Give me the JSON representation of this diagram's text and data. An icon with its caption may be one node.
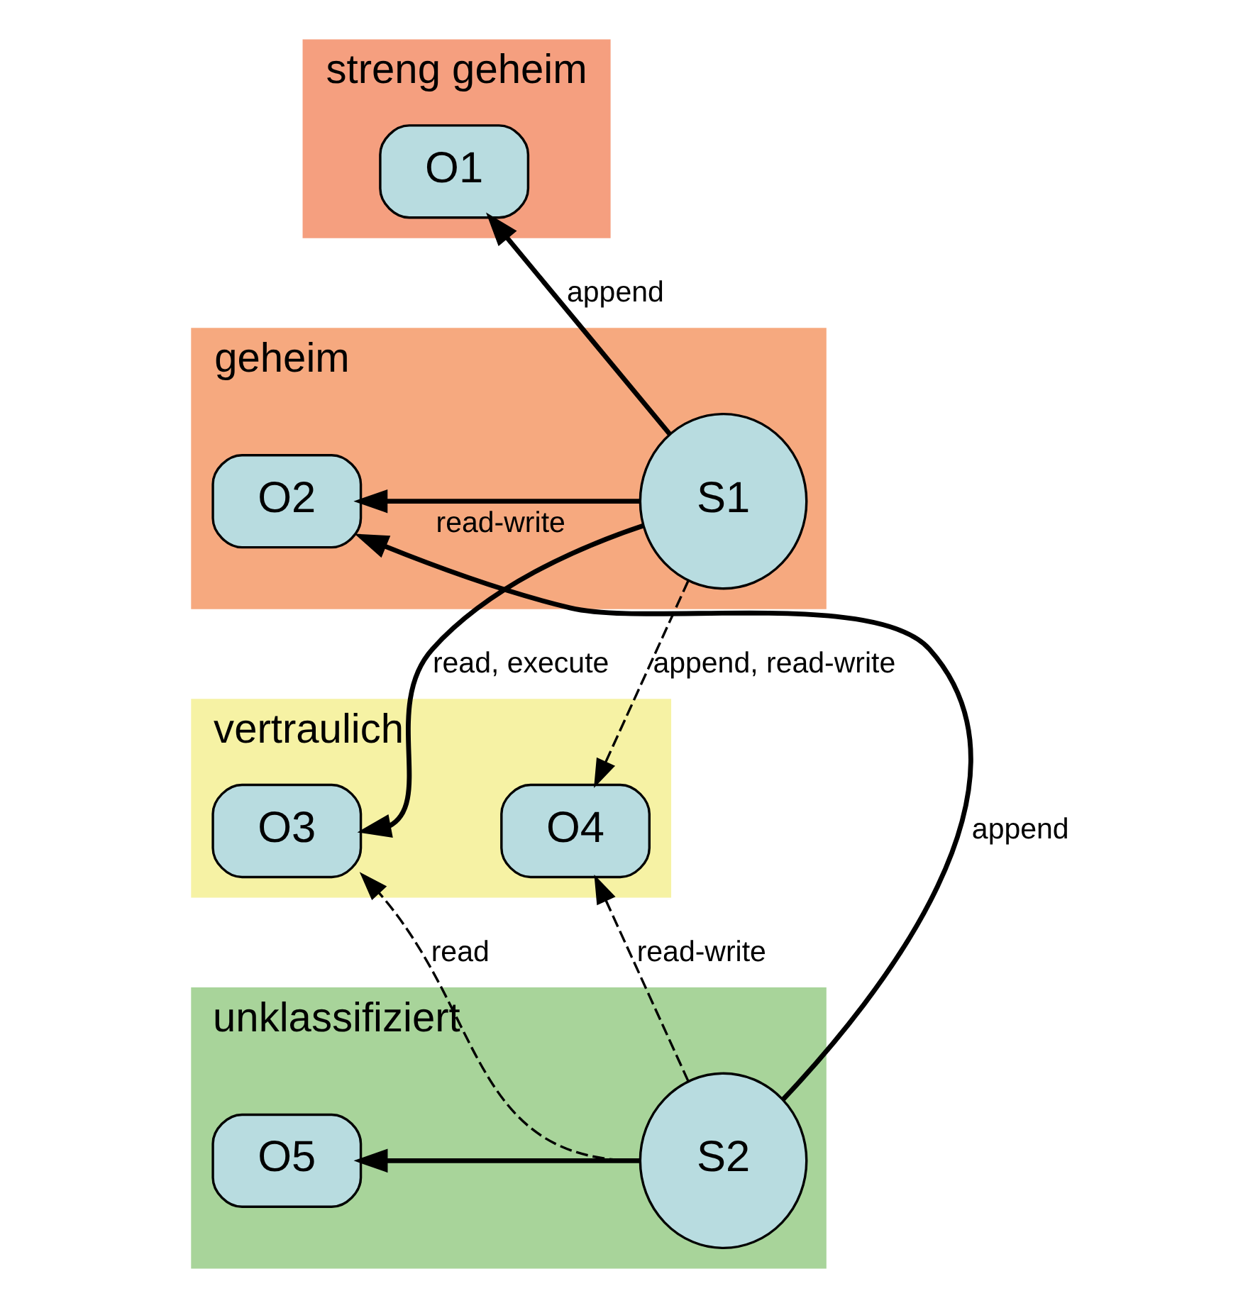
{
  "diagram": {
    "nodes": [
      {
        "text": [
          "streng geheim"
        ]
      },
      {
        "text": [
          "O1"
        ],
        "in": 0
      },
      {
        "text": [
          "geheim"
        ]
      },
      {
        "text": [
          "O2"
        ],
        "in": 2
      },
      {
        "text": [
          "S1"
        ],
        "in": 2
      },
      {
        "text": [
          "vertraulich"
        ]
      },
      {
        "text": [
          "O3"
        ],
        "in": 5
      },
      {
        "text": [
          "O4"
        ],
        "in": 5
      },
      {
        "text": [
          "unklassifiziert"
        ]
      },
      {
        "text": [
          "S2"
        ],
        "in": 8
      },
      {
        "text": [
          "O5"
        ],
        "in": 8
      }
    ],
    "edges": [
      {
        "from": 4,
        "to": 1,
        "arrow": "to",
        "label": "append"
      },
      {
        "from": 4,
        "to": 3,
        "arrow": "to",
        "label": "read-write"
      },
      {
        "from": 4,
        "to": 6,
        "arrow": "to",
        "label": "read, execute"
      },
      {
        "from": 4,
        "to": 7,
        "arrow": "to",
        "label": "append, read-write",
        "style": "dashed"
      },
      {
        "from": 9,
        "to": 3,
        "arrow": "to",
        "label": "append"
      },
      {
        "from": 9,
        "to": 6,
        "arrow": "to",
        "label": "read",
        "style": "dashed"
      },
      {
        "from": 9,
        "to": 7,
        "arrow": "to",
        "label": "read-write",
        "style": "dashed"
      },
      {
        "from": 9,
        "to": 10,
        "arrow": "to"
      }
    ]
  }
}
